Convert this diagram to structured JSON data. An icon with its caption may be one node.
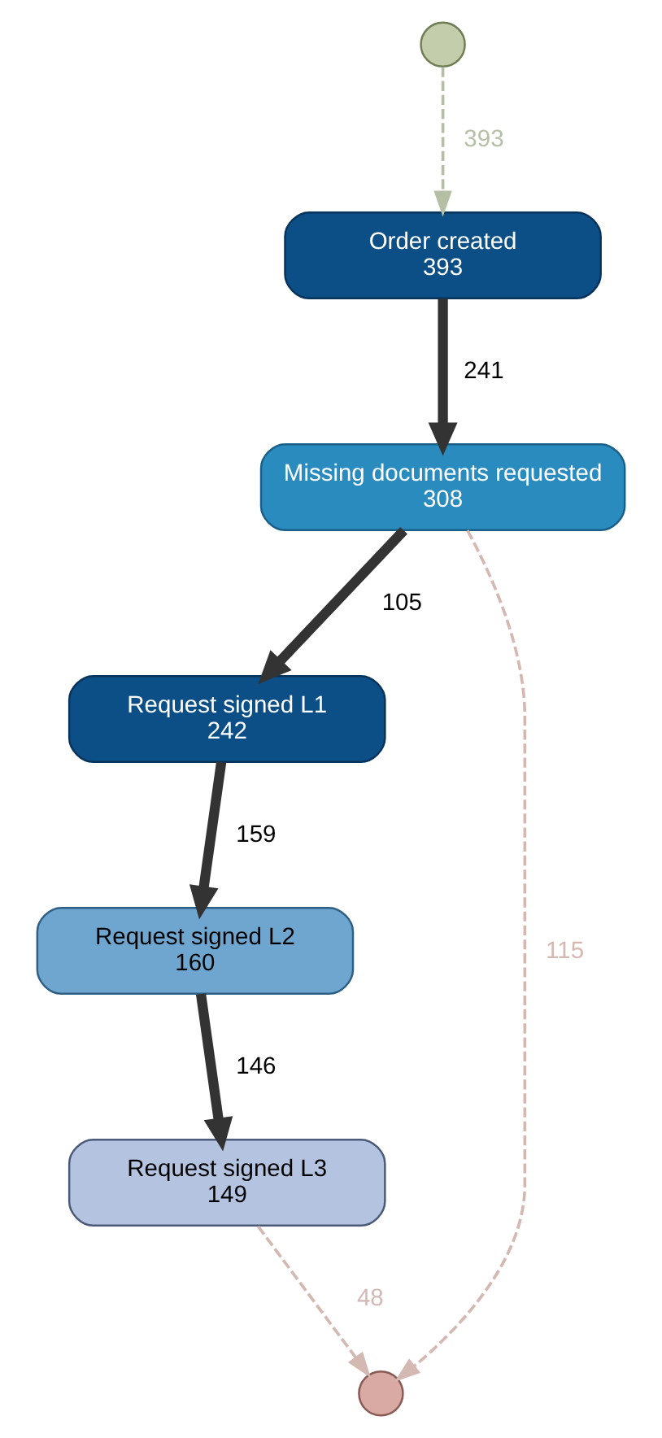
{
  "diagram": {
    "nodes": [
      {
        "text": [],
        "shape": "circle"
      },
      {
        "text": [
          "Order created",
          "393"
        ]
      },
      {
        "text": [
          "Missing documents requested",
          "308"
        ]
      },
      {
        "text": [
          "Request signed L1",
          "242"
        ]
      },
      {
        "text": [
          "Request signed L2",
          "160"
        ]
      },
      {
        "text": [
          "Request signed L3",
          "149"
        ]
      },
      {
        "text": [],
        "shape": "circle"
      }
    ],
    "edges": [
      {
        "from": 0,
        "to": 1,
        "arrow": "to",
        "label": "393",
        "style": "dashed",
        "color": "#b5bfa5"
      },
      {
        "from": 1,
        "to": 2,
        "arrow": "to",
        "label": "241"
      },
      {
        "from": 2,
        "to": 3,
        "arrow": "to",
        "label": "105"
      },
      {
        "from": 3,
        "to": 4,
        "arrow": "to",
        "label": "159"
      },
      {
        "from": 4,
        "to": 5,
        "arrow": "to",
        "label": "146"
      },
      {
        "from": 5,
        "to": 6,
        "arrow": "to",
        "label": "48",
        "style": "dashed",
        "color": "#d4b8b2"
      },
      {
        "from": 2,
        "to": 6,
        "arrow": "to",
        "label": "115",
        "style": "dashed",
        "color": "#d4b8b2"
      }
    ]
  }
}
